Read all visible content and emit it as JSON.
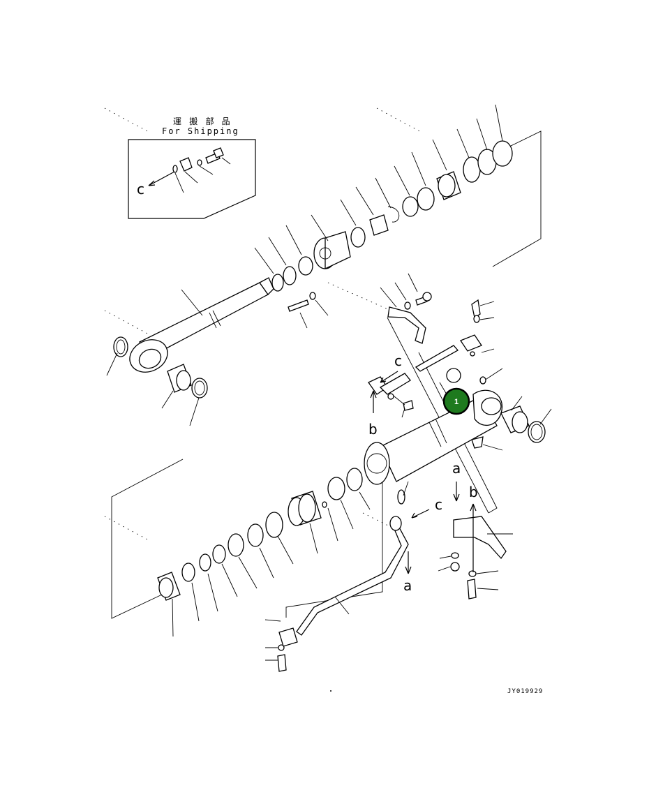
{
  "shipping_box": {
    "title_ja": "運 搬 部 品",
    "title_en": "For Shipping",
    "ref_letter": "c"
  },
  "reference_letters": [
    "a",
    "b",
    "c"
  ],
  "callout": {
    "number": "1",
    "color": "#1e7a1e"
  },
  "drawing_code": "JY019929"
}
